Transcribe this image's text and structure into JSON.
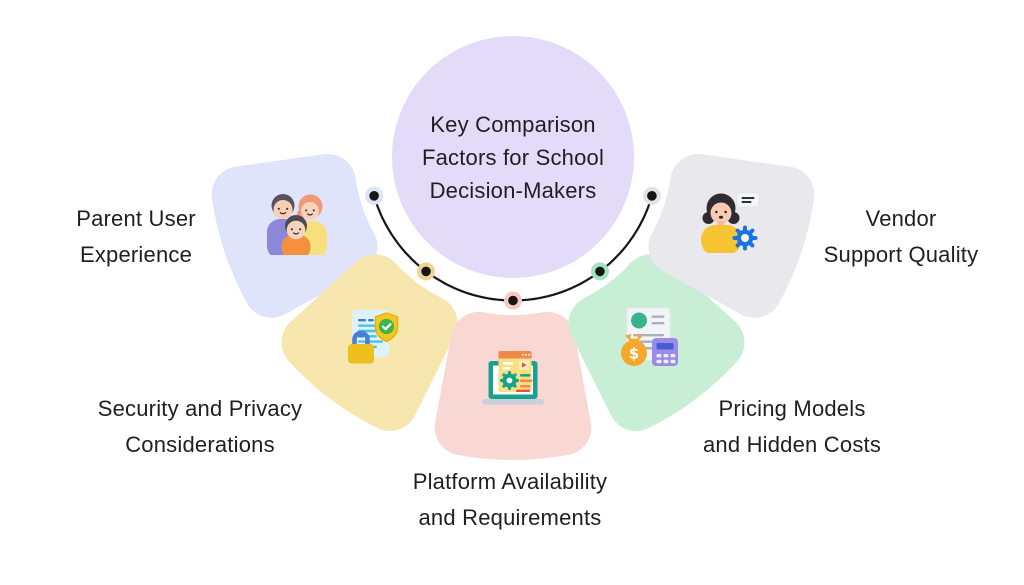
{
  "page": {
    "background": "#ffffff",
    "text_color": "#1f1f23"
  },
  "center": {
    "title": "Key Comparison Factors for School Decision-Makers",
    "title_lines": [
      "Key Comparison",
      "Factors for School",
      "Decision-Makers"
    ],
    "circle_color": "#e4dbf8"
  },
  "connector": {
    "color": "#161616"
  },
  "factors": [
    {
      "id": "parent-user-experience",
      "label": "Parent User Experience",
      "label_lines": [
        "Parent User",
        "Experience"
      ],
      "icon": "family-icon",
      "petal_color": "#dfe4fb",
      "dot_halo_color": "#dce3fa"
    },
    {
      "id": "security-and-privacy",
      "label": "Security and Privacy Considerations",
      "label_lines": [
        "Security and Privacy",
        "Considerations"
      ],
      "icon": "document-shield-lock-icon",
      "petal_color": "#f7e6ae",
      "dot_halo_color": "#f2d492"
    },
    {
      "id": "platform-availability",
      "label": "Platform Availability and Requirements",
      "label_lines": [
        "Platform Availability",
        "and Requirements"
      ],
      "icon": "laptop-settings-icon",
      "petal_color": "#f9d8d4",
      "dot_halo_color": "#f6c9c4"
    },
    {
      "id": "pricing-models",
      "label": "Pricing Models and Hidden Costs",
      "label_lines": [
        "Pricing Models",
        "and Hidden Costs"
      ],
      "icon": "money-bag-calculator-icon",
      "petal_color": "#c9eed6",
      "dot_halo_color": "#a5e3c0"
    },
    {
      "id": "vendor-support-quality",
      "label": "Vendor Support Quality",
      "label_lines": [
        "Vendor",
        "Support Quality"
      ],
      "icon": "support-agent-gear-icon",
      "petal_color": "#e9e9ed",
      "dot_halo_color": "#e2e2e8"
    }
  ]
}
